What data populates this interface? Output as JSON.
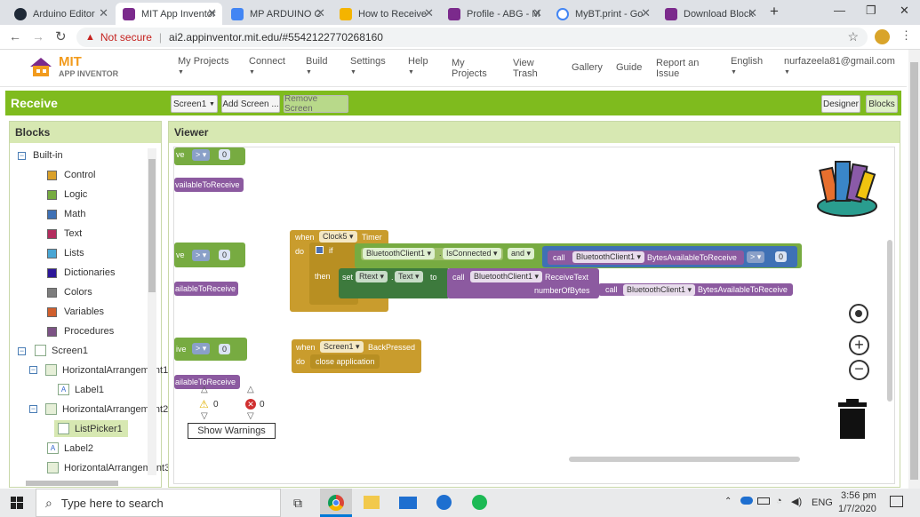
{
  "browser": {
    "tabs": [
      {
        "title": "Arduino Editor",
        "favicon_color": "#00979c"
      },
      {
        "title": "MIT App Inventor",
        "favicon_color": "#7b2a8c"
      },
      {
        "title": "MP ARDUINO C",
        "favicon_color": "#4285f4"
      },
      {
        "title": "How to Receive",
        "favicon_color": "#f4b400"
      },
      {
        "title": "Profile - ABG - M",
        "favicon_color": "#7b2a8c"
      },
      {
        "title": "MyBT.print - Go",
        "favicon_color": "#4285f4"
      },
      {
        "title": "Download Block",
        "favicon_color": "#7b2a8c"
      }
    ],
    "security": "Not secure",
    "url": "ai2.appinventor.mit.edu/#5542122770268160"
  },
  "header": {
    "logo_line1": "MIT",
    "logo_line2": "APP INVENTOR",
    "nav": {
      "my_projects": "My Projects",
      "connect": "Connect",
      "build": "Build",
      "settings": "Settings",
      "help": "Help",
      "my_projects2_l1": "My",
      "my_projects2_l2": "Projects",
      "view_trash_l1": "View",
      "view_trash_l2": "Trash",
      "gallery": "Gallery",
      "guide": "Guide",
      "report_l1": "Report an",
      "report_l2": "Issue",
      "language": "English",
      "account": "nurfazeela81@gmail.com"
    }
  },
  "toolbar": {
    "project_name": "Receive",
    "screen_select": "Screen1",
    "add_screen": "Add Screen ...",
    "remove_screen": "Remove Screen",
    "designer": "Designer",
    "blocks": "Blocks"
  },
  "blocks_panel": {
    "title": "Blocks",
    "builtin": "Built-in",
    "builtin_items": [
      {
        "label": "Control",
        "color": "#d9a02a"
      },
      {
        "label": "Logic",
        "color": "#77ab41"
      },
      {
        "label": "Math",
        "color": "#3f71b5"
      },
      {
        "label": "Text",
        "color": "#b32d5e"
      },
      {
        "label": "Lists",
        "color": "#49a6d4"
      },
      {
        "label": "Dictionaries",
        "color": "#2d1799"
      },
      {
        "label": "Colors",
        "color": "#7d7d7d"
      },
      {
        "label": "Variables",
        "color": "#d05f2d"
      },
      {
        "label": "Procedures",
        "color": "#7c5385"
      }
    ],
    "components": {
      "screen": "Screen1",
      "ha1": "HorizontalArrangement1",
      "label1": "Label1",
      "ha2": "HorizontalArrangement2",
      "listpicker": "ListPicker1",
      "label2": "Label2",
      "ha3": "HorizontalArrangement3"
    }
  },
  "viewer": {
    "title": "Viewer",
    "partial": {
      "gt": ">",
      "zero": "0",
      "avail1": "vailableToReceive",
      "avail2": "ailableToReceive",
      "avail3": "ailableToReceive",
      "ve1": "ve",
      "ve2": "ve",
      "ve3": "ive"
    },
    "timer_block": {
      "when": "when",
      "component": "Clock5",
      "event": "Timer",
      "do": "do",
      "if": "if",
      "then": "then",
      "bt": "BluetoothClient1",
      "is_connected": "IsConnected",
      "and": "and",
      "call": "call",
      "bytes_avail": "BytesAvailableToReceive",
      "gt": ">",
      "zero": "0",
      "set": "set",
      "rtext": "Rtext",
      "text_prop": "Text",
      "to": "to",
      "receive_text": "ReceiveText",
      "number_of_bytes": "numberOfBytes"
    },
    "back_block": {
      "when": "when",
      "component": "Screen1",
      "event": "BackPressed",
      "do": "do",
      "action": "close application"
    },
    "warnings": {
      "warn_count": "0",
      "error_count": "0",
      "button": "Show Warnings"
    }
  },
  "taskbar": {
    "search_placeholder": "Type here to search",
    "lang": "ENG",
    "time": "3:56 pm",
    "date": "1/7/2020"
  }
}
